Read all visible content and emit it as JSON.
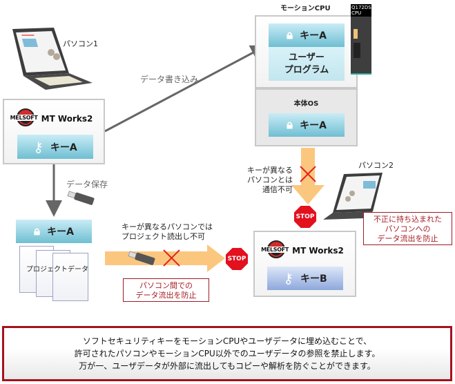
{
  "pc1": {
    "label": "パソコン1"
  },
  "pc2": {
    "label": "パソコン2"
  },
  "mtworks_left": {
    "logo_text": "MELSOFT",
    "product": "MT Works2",
    "key_label": "キーA"
  },
  "mtworks_right": {
    "logo_text": "MELSOFT",
    "product": "MT Works2",
    "key_label": "キーB"
  },
  "arrows": {
    "data_write": "データ書き込み",
    "data_save": "データ保存"
  },
  "motion_cpu": {
    "title": "モーションCPU",
    "key_top": "キーA",
    "user_program_line1": "ユーザー",
    "user_program_line2": "プログラム",
    "os_label": "本体OS",
    "key_os": "キーA",
    "module_model": "Q172DS",
    "module_cpu": "CPU"
  },
  "project": {
    "key_label": "キーA",
    "doc_label": "プロジェクトデータ"
  },
  "blocked_horizontal": {
    "note_line1": "キーが異なるパソコンでは",
    "note_line2": "プロジェクト読出し不可",
    "stop": "STOP",
    "callout_line1": "パソコン間での",
    "callout_line2": "データ流出を防止"
  },
  "blocked_vertical": {
    "note_line1": "キーが異なる",
    "note_line2": "パソコンとは",
    "note_line3": "通信不可",
    "stop": "STOP",
    "callout_line1": "不正に持ち込まれた",
    "callout_line2": "パソコンへの",
    "callout_line3": "データ流出を防止"
  },
  "summary": {
    "line1": "ソフトセキュリティキーをモーションCPUやユーザデータに埋め込むことで、",
    "line2": "許可されたパソコンやモーションCPU以外でのユーザデータの参照を禁止します。",
    "line3": "万が一、ユーザデータが外部に流出してもコピーや解析を防ぐことができます。"
  },
  "colors": {
    "accent_red": "#a4121e",
    "key_teal": "#6fbfd2",
    "key_blue": "#8ea8dc",
    "arrow_orange": "#fbc77e",
    "stop_red": "#e3101d"
  }
}
